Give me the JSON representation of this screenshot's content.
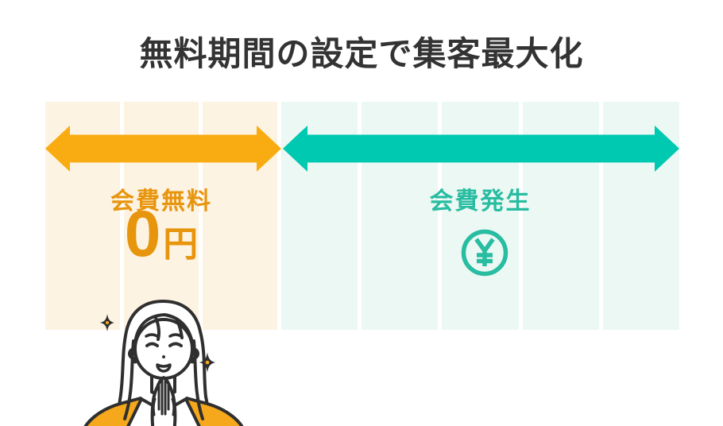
{
  "title": {
    "text": "無料期間の設定で集客最大化"
  },
  "timeline": {
    "free": {
      "label": "会費無料",
      "amount": "0",
      "unit": "円",
      "columns": 3
    },
    "paid": {
      "label": "会費発生",
      "columns": 5,
      "icon": "yen-circle-icon"
    }
  },
  "colors": {
    "title_color": "#333333",
    "free_stripe": "#FDF3E2",
    "paid_stripe": "#ECF8F4",
    "free_arrow": "#F9AC12",
    "paid_arrow": "#00C9B1",
    "free_text": "#E8950E",
    "paid_text": "#28BDA1",
    "line": "#2F2F2F",
    "cloth": "#F6A81C",
    "sparkle_dot": "#F6A81C"
  },
  "illustration": {
    "name": "woman-praying-with-sparkles"
  }
}
